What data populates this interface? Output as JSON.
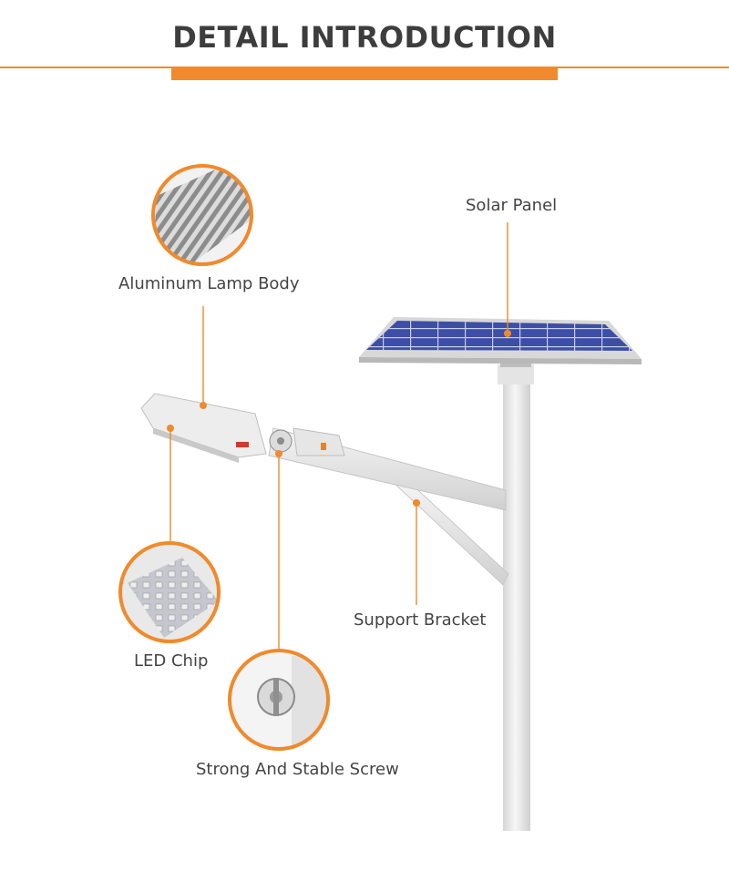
{
  "header": {
    "title": "DETAIL INTRODUCTION"
  },
  "labels": {
    "solar_panel": "Solar Panel",
    "aluminum_lamp_body": "Aluminum Lamp Body",
    "support_bracket": "Support Bracket",
    "led_chip": "LED Chip",
    "screw": "Strong And Stable Screw"
  },
  "colors": {
    "accent": "#f08a2c",
    "title": "#3d3d3d",
    "label": "#444444",
    "panel_cell": "#3e4fa8",
    "pole": "#ececec"
  }
}
